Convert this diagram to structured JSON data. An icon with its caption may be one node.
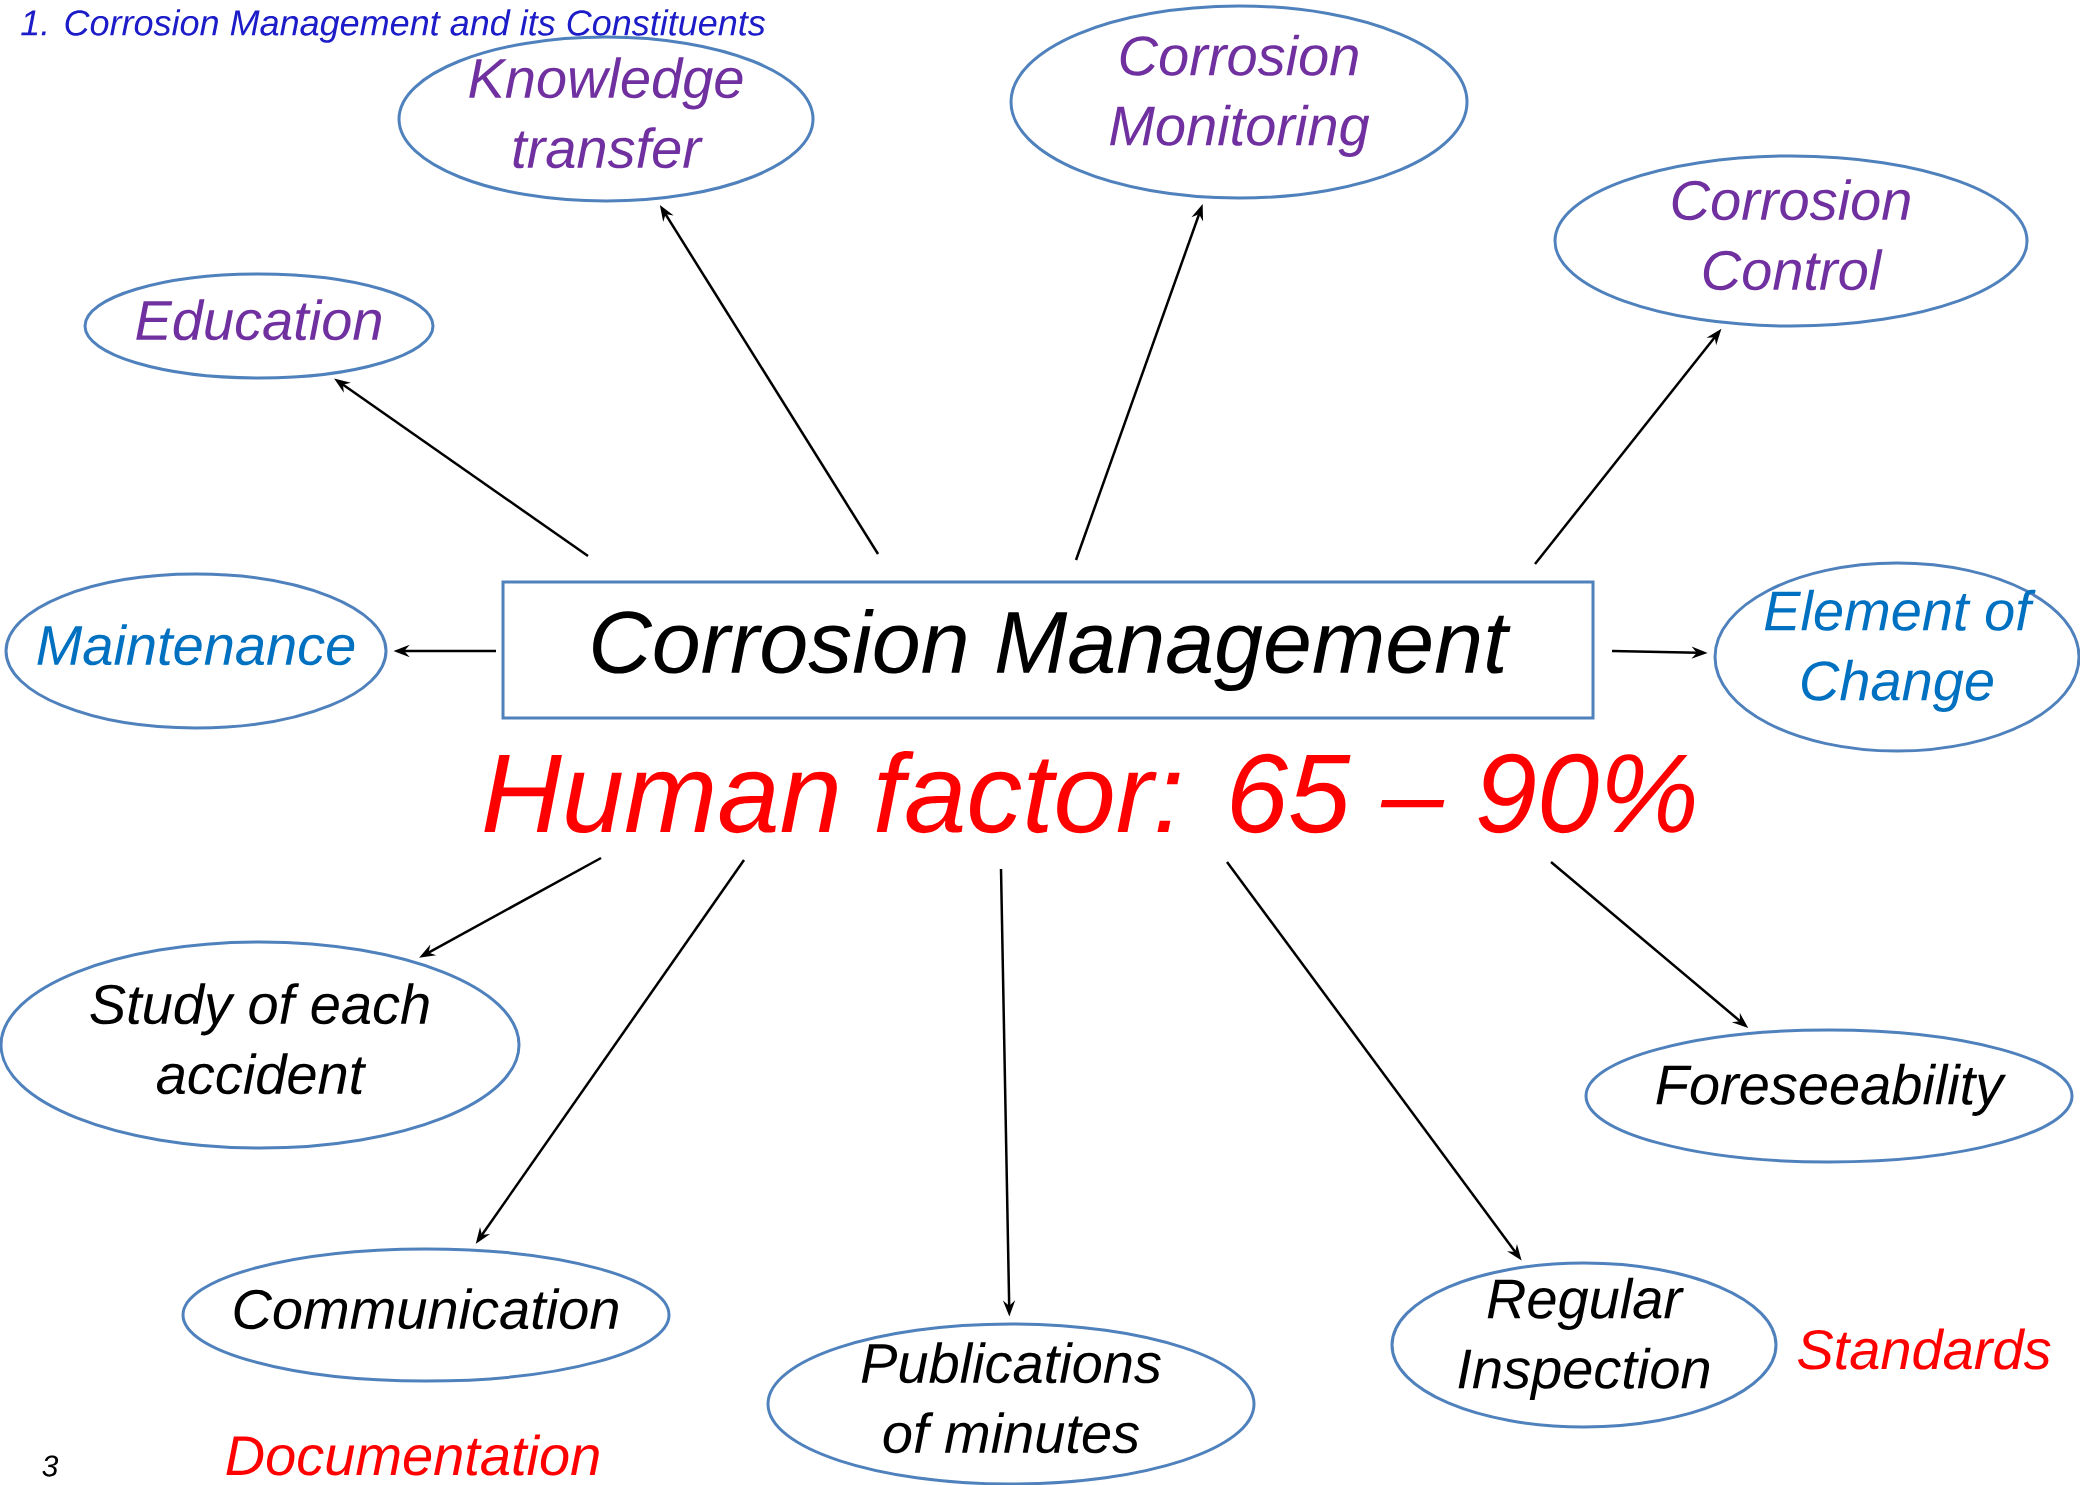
{
  "diagram": {
    "title": "1. Corrosion Management and its Constituents",
    "nodes": [
      {
        "text": [
          "Knowledge transfer"
        ]
      },
      {
        "text": [
          "Corrosion Monitoring"
        ]
      },
      {
        "text": [
          "Corrosion Control"
        ]
      },
      {
        "text": [
          "Education"
        ]
      },
      {
        "text": [
          "Maintenance"
        ]
      },
      {
        "text": [
          "Corrosion Management"
        ],
        "beside": [
          "Human factor: 65 – 90%"
        ]
      },
      {
        "text": [
          "Element of Change"
        ]
      },
      {
        "text": [
          "Study of each accident"
        ]
      },
      {
        "text": [
          "Foreseeability"
        ]
      },
      {
        "text": [
          "Communication"
        ]
      },
      {
        "text": [
          "Publications of minutes"
        ]
      },
      {
        "text": [
          "Regular Inspection"
        ]
      }
    ],
    "edges": [
      {
        "from": 5,
        "to": 3,
        "arrow": "to"
      },
      {
        "from": 5,
        "to": 0,
        "arrow": "to"
      },
      {
        "from": 5,
        "to": 1,
        "arrow": "to"
      },
      {
        "from": 5,
        "to": 2,
        "arrow": "to"
      },
      {
        "from": 5,
        "to": 4,
        "arrow": "to"
      },
      {
        "from": 5,
        "to": 6,
        "arrow": "to"
      },
      {
        "from": 5,
        "to": 7,
        "arrow": "to"
      },
      {
        "from": 5,
        "to": 9,
        "arrow": "to"
      },
      {
        "from": 5,
        "to": 10,
        "arrow": "to"
      },
      {
        "from": 5,
        "to": 11,
        "arrow": "to"
      },
      {
        "from": 5,
        "to": 8,
        "arrow": "to"
      }
    ],
    "labels": [
      "Standards",
      "Documentation",
      "3"
    ]
  }
}
